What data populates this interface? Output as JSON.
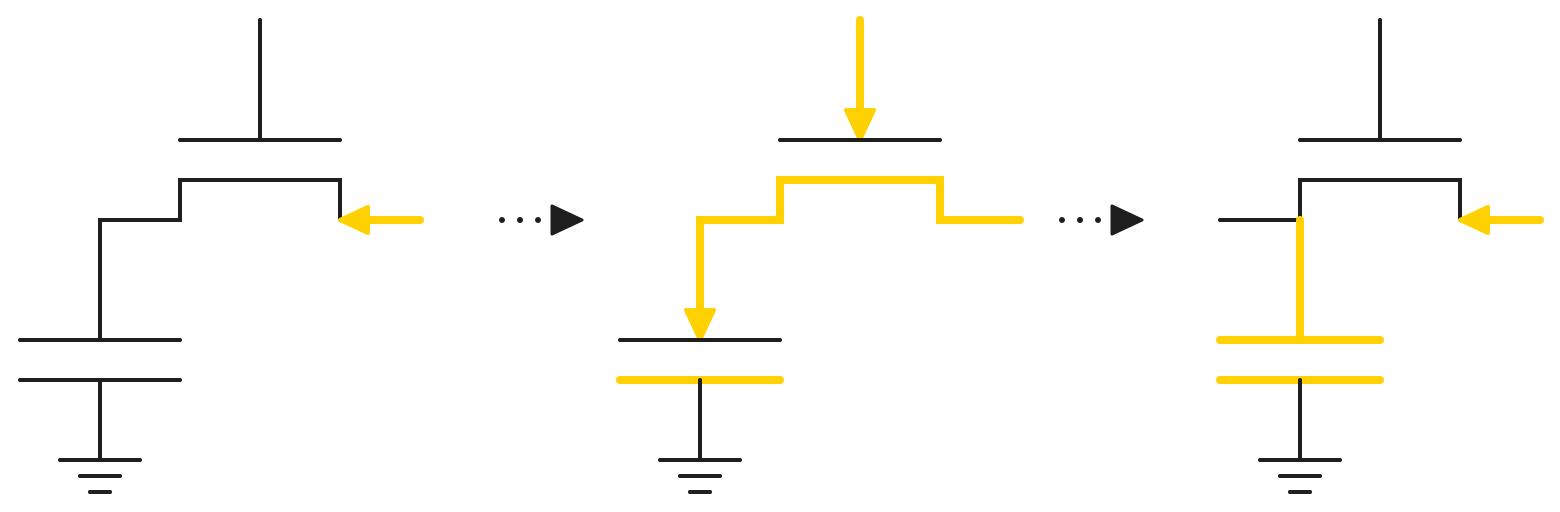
{
  "colors": {
    "wire": "#1e1e1e",
    "highlight": "#ffd100",
    "background": "#ffffff"
  },
  "stages": [
    {
      "id": "stage-1",
      "highlight": "drain-input-arrow"
    },
    {
      "id": "stage-2",
      "highlight": "gate-input-channel-to-capacitor"
    },
    {
      "id": "stage-3",
      "highlight": "drain-input-and-capacitor"
    }
  ],
  "transitions": [
    {
      "from": "stage-1",
      "to": "stage-2",
      "icon": "dotted-arrow-icon"
    },
    {
      "from": "stage-2",
      "to": "stage-3",
      "icon": "dotted-arrow-icon"
    }
  ]
}
